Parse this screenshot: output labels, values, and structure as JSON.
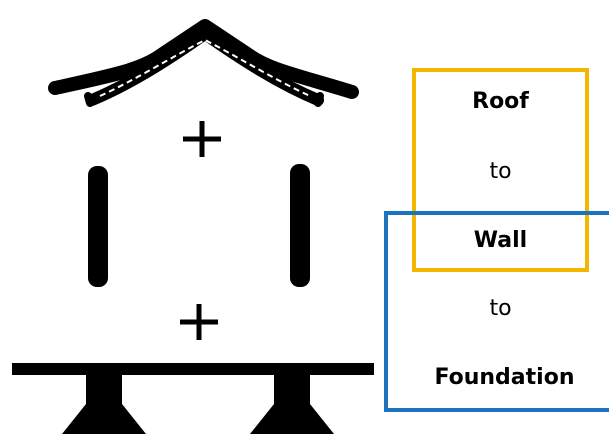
{
  "labels": {
    "roof": "Roof",
    "to_1": "to",
    "wall": "Wall",
    "to_2": "to",
    "foundation": "Foundation"
  },
  "icons": {
    "roof": "roof-icon",
    "wall": "wall-posts-icon",
    "foundation": "foundation-icon",
    "plus": "plus-icon"
  },
  "colors": {
    "roof_wall_box": "#f2b600",
    "wall_foundation_box": "#1e73be",
    "ink": "#000000"
  }
}
